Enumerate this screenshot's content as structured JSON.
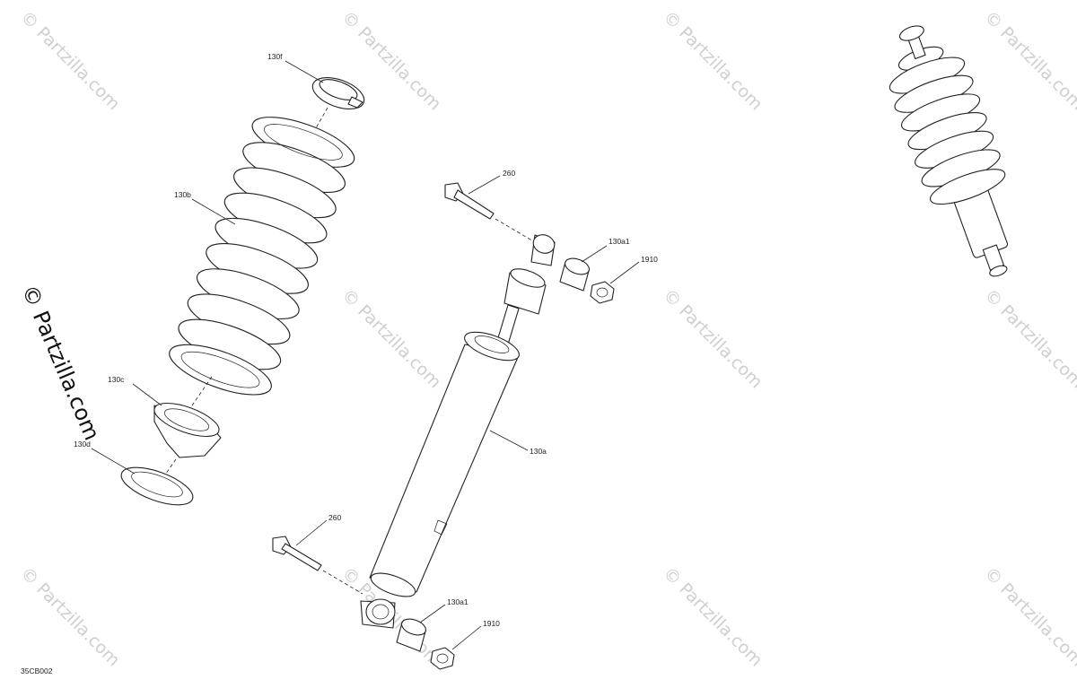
{
  "watermarks": {
    "text": "© Partzilla.com",
    "side_text": "© Partzilla.com"
  },
  "callouts": {
    "spring_retainer_top": "130f",
    "spring": "130b",
    "spring_seat": "130c",
    "spring_washer": "130d",
    "bolt_top": "260",
    "bushing_top": "130a1",
    "nut_top": "1910",
    "shock_body": "130a",
    "bolt_bottom": "260",
    "bushing_bottom": "130a1",
    "nut_bottom": "1910"
  },
  "diagram_code": "35CB002"
}
